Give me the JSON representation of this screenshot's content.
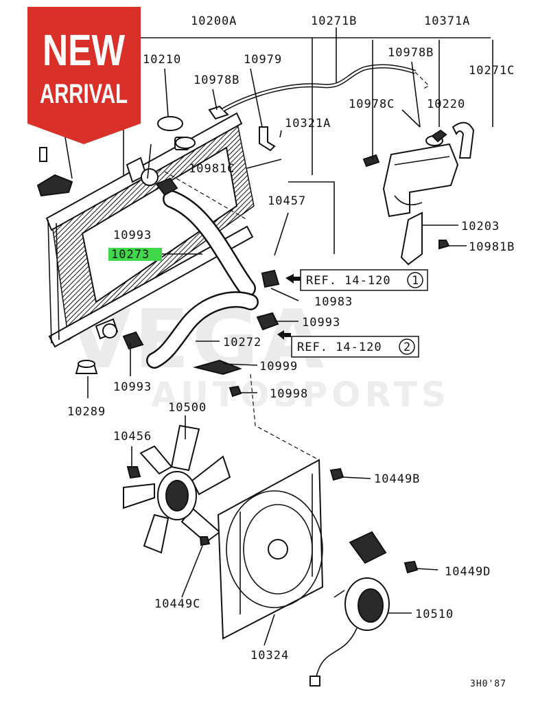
{
  "badge": {
    "line1": "NEW",
    "line2": "ARRIVAL",
    "color": "#d9302a"
  },
  "watermark": {
    "line1": "VEGA",
    "line2": "AUTOSPORTS",
    "color": "#e6e6e6",
    "accent": "#f2d6d6"
  },
  "highlight_color": "#3fd84a",
  "labels": {
    "p10200A": "10200A",
    "p10271B": "10271B",
    "p10371A": "10371A",
    "p10210": "10210",
    "p10979": "10979",
    "p10978B_top": "10978B",
    "p10978B_left": "10978B",
    "p10271C": "10271C",
    "p10978C": "10978C",
    "p10220": "10220",
    "p10321A": "10321A",
    "p10981C": "10981C",
    "p10457": "10457",
    "p10203": "10203",
    "p10993_a": "10993",
    "p10273": "10273",
    "p10981B": "10981B",
    "ref1_text": "REF. 14-120",
    "ref1_num": "1",
    "p10983": "10983",
    "p10993_b": "10993",
    "p10272": "10272",
    "ref2_text": "REF. 14-120",
    "ref2_num": "2",
    "p10993_c": "10993",
    "p10999": "10999",
    "p10998": "10998",
    "p10289": "10289",
    "p10500": "10500",
    "p10456": "10456",
    "p10449B": "10449B",
    "p10449D": "10449D",
    "p10510": "10510",
    "p10449C": "10449C",
    "p10324": "10324",
    "code": "3H0'87"
  }
}
